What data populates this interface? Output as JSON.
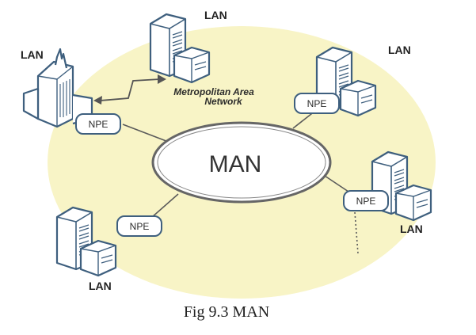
{
  "diagram": {
    "title_line1": "Metropolitan Area",
    "title_line2": "Network",
    "center_label": "MAN",
    "caption": "Fig 9.3 MAN",
    "colors": {
      "background_ellipse": "#f8f4c6",
      "lines": "#555555",
      "building_stroke": "#3e5f7e",
      "building_fill": "#ffffff"
    },
    "nodes": [
      {
        "lan_label": "LAN",
        "npe_label": ""
      },
      {
        "lan_label": "LAN",
        "npe_label": "NPE"
      },
      {
        "lan_label": "LAN",
        "npe_label": "NPE"
      },
      {
        "lan_label": "LAN",
        "npe_label": "NPE"
      },
      {
        "lan_label": "LAN",
        "npe_label": "NPE"
      }
    ]
  }
}
